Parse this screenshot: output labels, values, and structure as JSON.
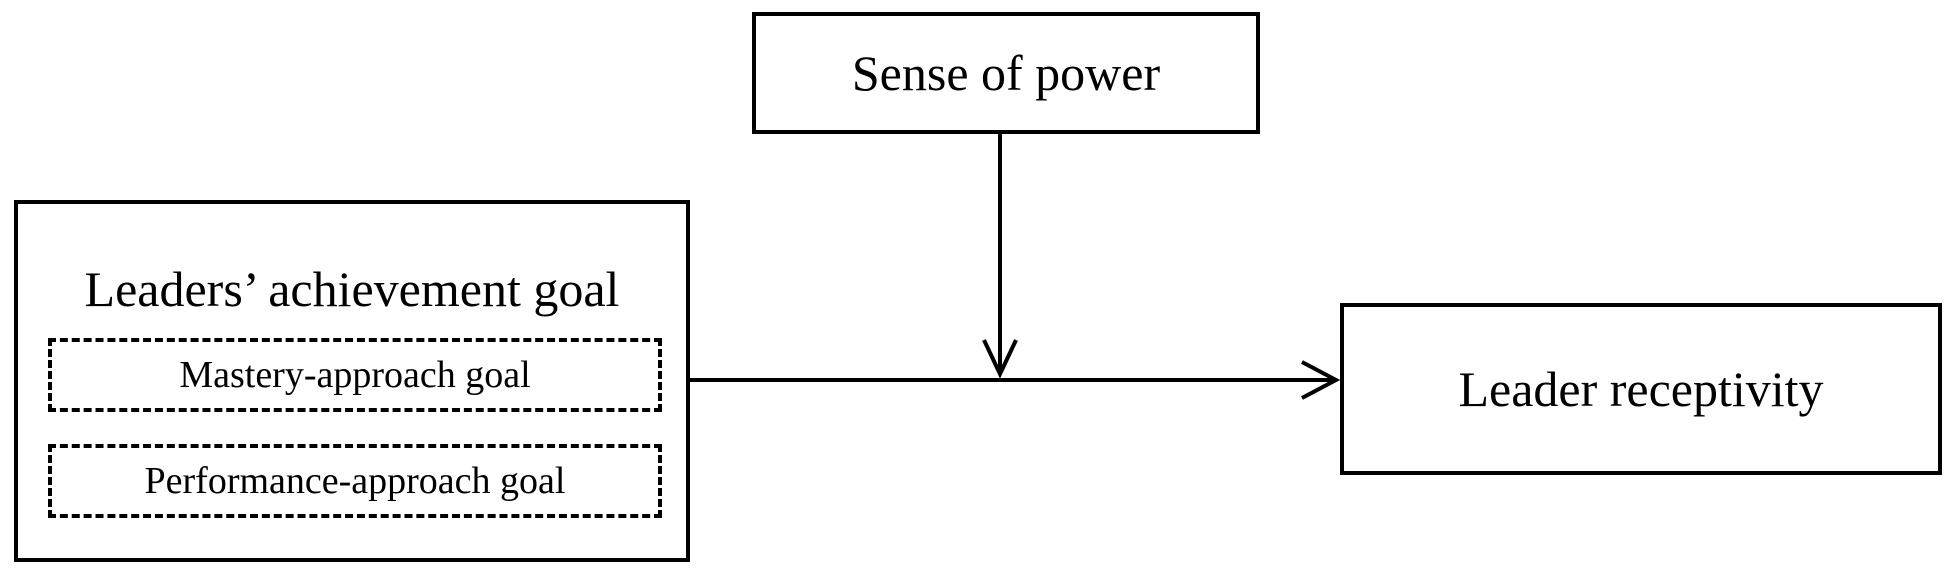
{
  "diagram": {
    "moderator": {
      "label": "Sense of power"
    },
    "outcome": {
      "label": "Leader receptivity"
    },
    "predictor": {
      "title": "Leaders’ achievement goal",
      "subgoals": [
        {
          "label": "Mastery-approach goal"
        },
        {
          "label": "Performance-approach goal"
        }
      ]
    }
  },
  "colors": {
    "stroke": "#000000",
    "background": "#ffffff"
  }
}
